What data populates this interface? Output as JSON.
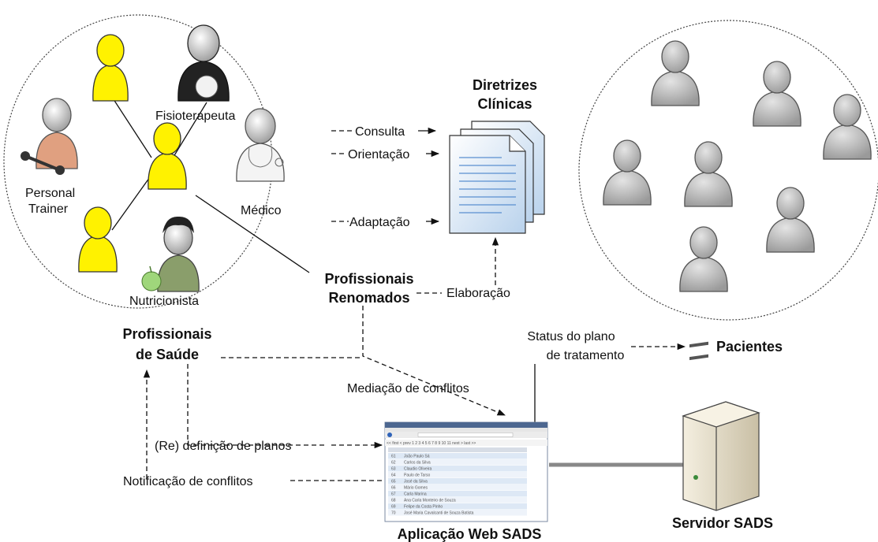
{
  "labels": {
    "fisioterapeuta": "Fisioterapeuta",
    "personal_trainer_1": "Personal",
    "personal_trainer_2": "Trainer",
    "medico": "Médico",
    "nutricionista": "Nutricionista",
    "diretrizes_1": "Diretrizes",
    "diretrizes_2": "Clínicas",
    "consulta": "Consulta",
    "orientacao": "Orientação",
    "adaptacao": "Adaptação",
    "prof_renomados_1": "Profissionais",
    "prof_renomados_2": "Renomados",
    "elaboracao": "Elaboração",
    "prof_saude_1": "Profissionais",
    "prof_saude_2": "de Saúde",
    "status_1": "Status do plano",
    "status_2": "de tratamento",
    "pacientes": "Pacientes",
    "mediacao": "Mediação de conflitos",
    "redefinicao": "(Re) definição de planos",
    "notificacao": "Notificação de conflitos",
    "app_web": "Aplicação Web SADS",
    "servidor": "Servidor SADS"
  },
  "mini_app": {
    "pager": "<< first  < prev  1  2  3  4  5  6  7  8  9  10  11  next >  last >>",
    "rows": [
      {
        "id": "61",
        "name": "João Paulo Sá"
      },
      {
        "id": "62",
        "name": "Carlos da Silva"
      },
      {
        "id": "63",
        "name": "Claudio Oliveira"
      },
      {
        "id": "64",
        "name": "Paulo de Tarso"
      },
      {
        "id": "65",
        "name": "José da Silva"
      },
      {
        "id": "66",
        "name": "Mário Gomes"
      },
      {
        "id": "67",
        "name": "Carla Marina"
      },
      {
        "id": "68",
        "name": "Ana Carla Monteiro de Souza"
      },
      {
        "id": "69",
        "name": "Felipe da Costa Pinho"
      },
      {
        "id": "70",
        "name": "José Maria Cavalcanti de Souza Batista"
      }
    ]
  },
  "colors": {
    "professional": "#fff200",
    "patient": "#b3b3b3",
    "document": "#dce9f6",
    "server": "#e8e0cc"
  }
}
